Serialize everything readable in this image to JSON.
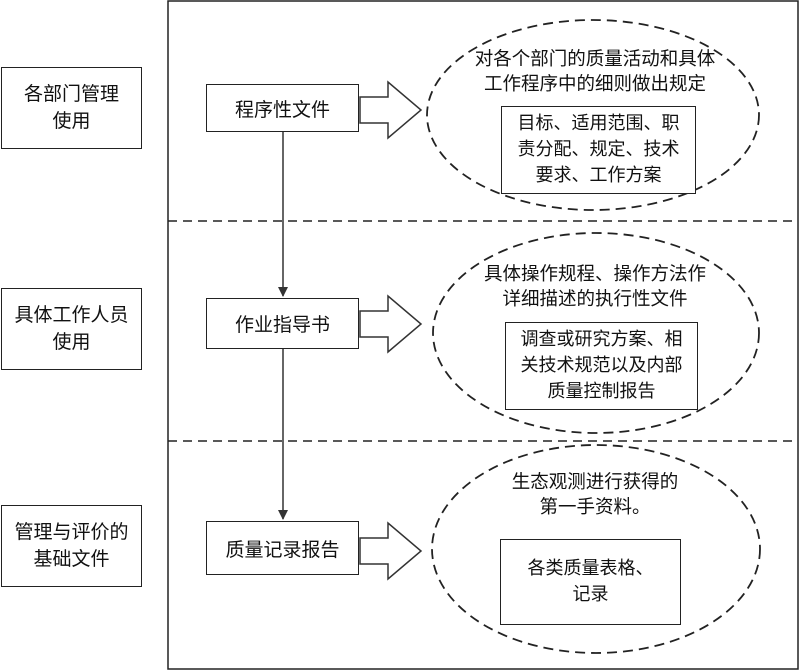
{
  "left_labels": [
    "各部门管理\n使用",
    "具体工作人员\n使用",
    "管理与评价的\n基础文件"
  ],
  "rows": [
    {
      "document": "程序性文件",
      "description": "对各个部门的质量活动和具体\n工作程序中的细则做出规定",
      "detail": "目标、适用范围、职\n责分配、规定、技术\n要求、工作方案"
    },
    {
      "document": "作业指导书",
      "description": "具体操作规程、操作方法作\n详细描述的执行性文件",
      "detail": "调查或研究方案、相\n关技术规范以及内部\n质量控制报告"
    },
    {
      "document": "质量记录报告",
      "description": "生态观测进行获得的\n第一手资料。",
      "detail": "各类质量表格、\n记录"
    }
  ]
}
